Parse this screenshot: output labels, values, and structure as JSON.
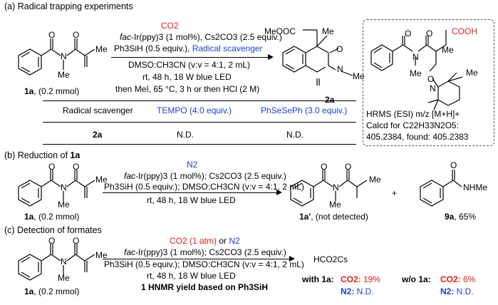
{
  "section_a": {
    "heading_prefix": "(a) Radical trapping experiments",
    "co2": "CO2",
    "cond1_a": "fac",
    "cond1_b": "-Ir(ppy)3 (1 mol%), Cs2CO3 (2.5 equiv.)",
    "cond2_a": "Ph3SiH (0.5 equiv.), ",
    "cond2_b": "Radical scavenger",
    "cond3": "DMSO:CH3CN (v:v = 4:1, 2 mL)",
    "cond4": "rt, 48 h, 18 W blue LED",
    "cond5": "then MeI, 65 °C, 3 h or then HCl (2 M)",
    "sm_label_bold": "1a",
    "sm_label_rest": ", (0.2 mmol)",
    "product_label": "2a",
    "mol_labels": {
      "O": "O",
      "N": "N",
      "Me": "Me",
      "MeOOC": "MeOOC",
      "Me2": "Me",
      "N2": "N",
      "Me3": "Me",
      "O2": "O",
      "O3": "O"
    },
    "table": {
      "col0": "Radical scavenger",
      "col1": "TEMPO (4.0 equiv.)",
      "col2": "PhSeSePh (3.0 equiv.)",
      "row_label": "2a",
      "val1": "N.D.",
      "val2": "N.D."
    },
    "box": {
      "cooh": "COOH",
      "hrms1": "HRMS (ESI) m/z  [M+H]+",
      "hrms2": "Calcd for C22H33N2O5:",
      "hrms3": "405.2384, found: 405.2383"
    }
  },
  "section_b": {
    "heading_prefix": "(b) Reduction of ",
    "heading_bold": "1a",
    "n2": "N2",
    "cond1_a": "fac",
    "cond1_b": "-Ir(ppy)3 (1 mol%); Cs2CO3 (2.5 equiv.)",
    "cond2": "Ph3SiH (0.5 equiv.); DMSO:CH3CN (v:v = 4:1, 2 mL)",
    "cond3": "rt, 48 h, 18 W blue LED",
    "sm_label_bold": "1a",
    "sm_label_rest": ", (0.2 mmol)",
    "prod1_bold": "1a'",
    "prod1_rest": ", (not detected)",
    "plus": "+",
    "prod2_bold": "9a",
    "prod2_rest": ", 65%",
    "nhme": "NHMe"
  },
  "section_c": {
    "heading": "(c) Detection of formates",
    "co2": "CO2 (1 atm)",
    "or": " or ",
    "n2": "N2",
    "cond1_a": "fac",
    "cond1_b": "-Ir(ppy)3 (1 mol%); Cs2CO3 (2.5 equiv.)",
    "cond2": "Ph3SiH (0.5 equiv.); DMSO:CH3CN (v:v = 4:1, 2 mL)",
    "cond3": "rt, 48 h, 18 W blue LED",
    "cond4": "1 HNMR yield based on Ph3SiH",
    "sm_label_bold": "1a",
    "sm_label_rest": ", (0.2 mmol)",
    "product": "HCO2Cs",
    "with_label": "with 1a:",
    "with_co2_label": "CO2:",
    "with_co2_val": " 19%",
    "with_n2_label": "N2:",
    "with_n2_val": " N.D.",
    "without_label": "w/o 1a:",
    "without_co2_label": "CO2:",
    "without_co2_val": " 6%",
    "without_n2_label": "N2:",
    "without_n2_val": " N.D."
  },
  "colors": {
    "red": "#e0201b",
    "blue": "#1f3fcf"
  }
}
